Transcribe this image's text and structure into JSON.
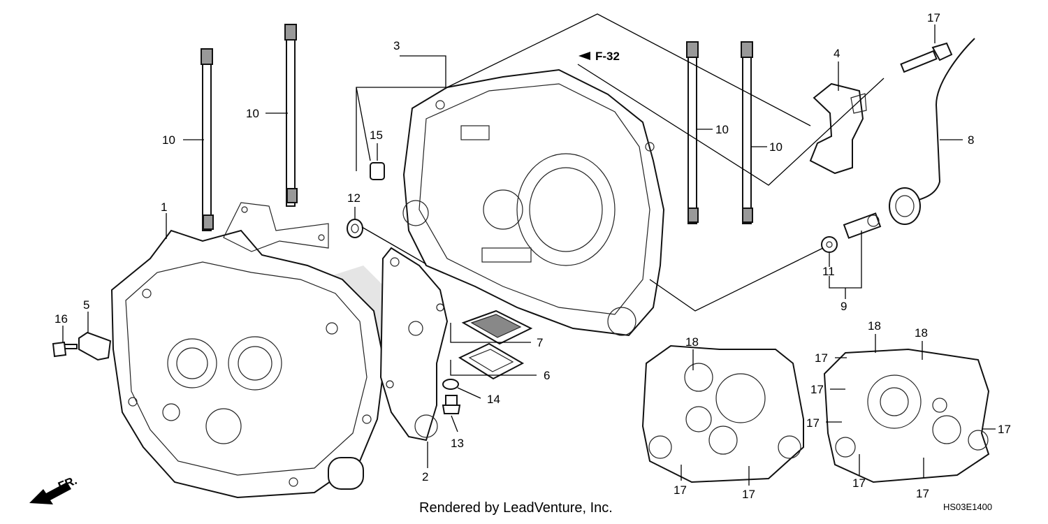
{
  "diagram": {
    "forward_ref": "F-32",
    "front_label": "FR.",
    "caption": "Rendered by LeadVenture, Inc.",
    "diagram_code": "HS03E1400",
    "callouts": {
      "c1": "1",
      "c2": "2",
      "c3": "3",
      "c4": "4",
      "c5": "5",
      "c6": "6",
      "c7": "7",
      "c8": "8",
      "c9": "9",
      "c10": "10",
      "c11": "11",
      "c12": "12",
      "c13": "13",
      "c14": "14",
      "c15": "15",
      "c16": "16",
      "c17": "17",
      "c18": "18"
    }
  }
}
